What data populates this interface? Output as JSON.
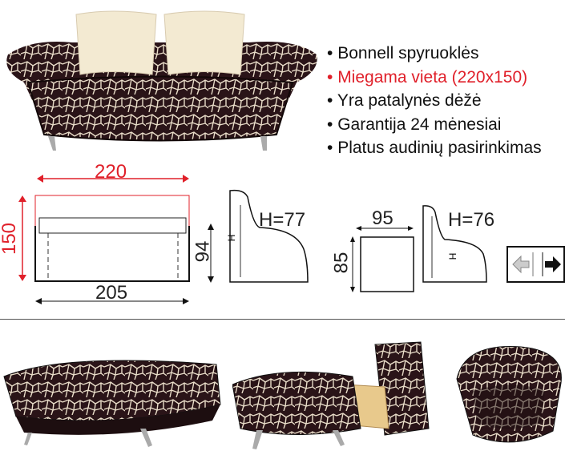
{
  "features": [
    {
      "text": "Bonnell spyruoklės",
      "highlight": false
    },
    {
      "text": "Miegama vieta (220x150)",
      "highlight": true
    },
    {
      "text": "Yra patalynės dėžė",
      "highlight": false
    },
    {
      "text": "Garantija 24 mėnesiai",
      "highlight": false
    },
    {
      "text": "Platus audinių pasirinkimas",
      "highlight": false
    }
  ],
  "dimensions": {
    "sofa_open_width": "220",
    "sofa_open_depth": "150",
    "sofa_width": "205",
    "sofa_depth": "94",
    "sofa_height": "H=77",
    "chair_width": "95",
    "chair_depth": "85",
    "chair_height": "H=76",
    "h_label": "H"
  },
  "colors": {
    "accent": "#e0202a",
    "fabric_dark": "#2a1418",
    "fabric_light": "#e8dcc8"
  }
}
